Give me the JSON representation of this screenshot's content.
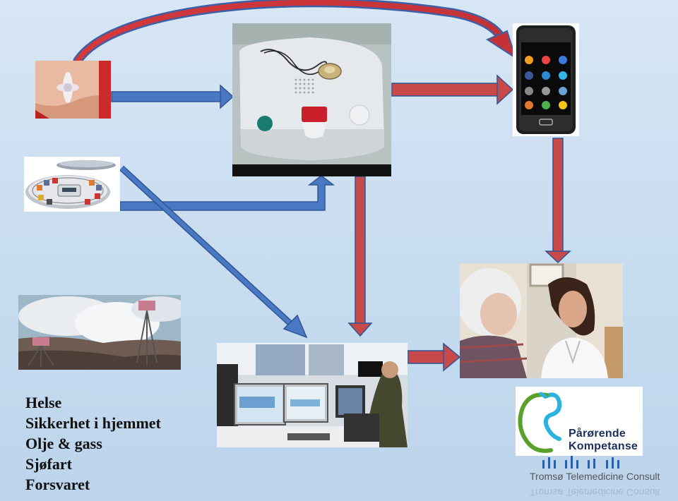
{
  "list": {
    "items": [
      "Helse",
      "Sikkerhet i hjemmet",
      "Olje & gass",
      "Sjøfart",
      "Forsvaret"
    ]
  },
  "logo": {
    "line1": "Pårørende",
    "line2": "Kompetanse",
    "tagline": "Tromsø Telemedicine Consult"
  },
  "colors": {
    "blue_arrow": "#4a78c2",
    "red_arrow": "#c8494a",
    "background": "#c7dcef"
  }
}
